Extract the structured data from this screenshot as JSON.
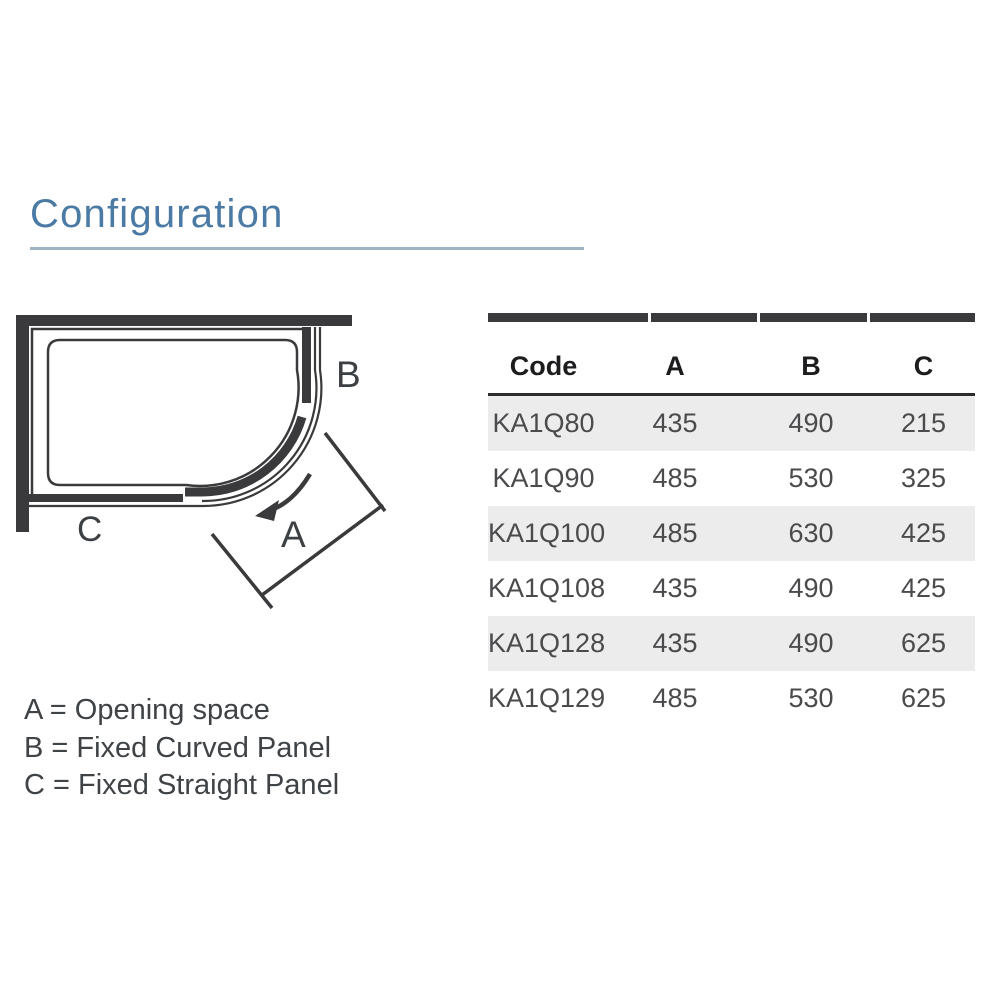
{
  "header": {
    "title": "Configuration"
  },
  "diagram": {
    "labels": {
      "a": "A",
      "b": "B",
      "c": "C"
    }
  },
  "legend": {
    "items": [
      {
        "text": "A = Opening space"
      },
      {
        "text": "B = Fixed Curved Panel"
      },
      {
        "text": "C = Fixed Straight Panel"
      }
    ]
  },
  "table": {
    "columns": [
      "Code",
      "A",
      "B",
      "C"
    ],
    "rows": [
      {
        "code": "KA1Q80",
        "a": "435",
        "b": "490",
        "c": "215"
      },
      {
        "code": "KA1Q90",
        "a": "485",
        "b": "530",
        "c": "325"
      },
      {
        "code": "KA1Q100",
        "a": "485",
        "b": "630",
        "c": "425"
      },
      {
        "code": "KA1Q108",
        "a": "435",
        "b": "490",
        "c": "425"
      },
      {
        "code": "KA1Q128",
        "a": "435",
        "b": "490",
        "c": "625"
      },
      {
        "code": "KA1Q129",
        "a": "485",
        "b": "530",
        "c": "625"
      }
    ]
  },
  "colors": {
    "accent_blue": "#4b7aa5",
    "underline_blue": "#9fb5c3",
    "line_dark": "#3a3a3c",
    "header_text": "#1d1d1f",
    "cell_text": "#4b4b4e",
    "row_alt_bg": "#ececec"
  }
}
